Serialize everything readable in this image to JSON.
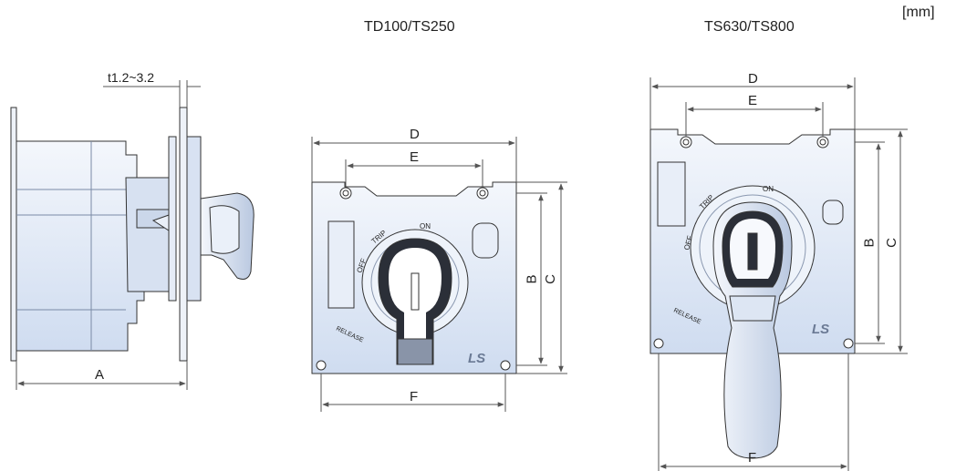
{
  "titles": {
    "unit": "[mm]",
    "small": "TD100/TS250",
    "large": "TS630/TS800"
  },
  "side_view": {
    "thickness": "t1.2~3.2",
    "dim_a": "A"
  },
  "small_view": {
    "dim_d": "D",
    "dim_e": "E",
    "dim_f": "F",
    "dim_b": "B",
    "dim_c": "C",
    "dial_on": "ON",
    "dial_trip": "TRIP",
    "dial_off": "OFF",
    "release": "RELEASE",
    "logo": "LS"
  },
  "large_view": {
    "dim_d": "D",
    "dim_e": "E",
    "dim_f": "F",
    "dim_b": "B",
    "dim_c": "C",
    "dial_on": "ON",
    "dial_trip": "TRIP",
    "dial_off": "OFF",
    "release": "RELEASE",
    "logo": "LS"
  },
  "colors": {
    "body_fill": "#dfe8f6",
    "body_fill_light": "#f3f7fd",
    "outline": "#333333",
    "dim_line": "#555555"
  }
}
